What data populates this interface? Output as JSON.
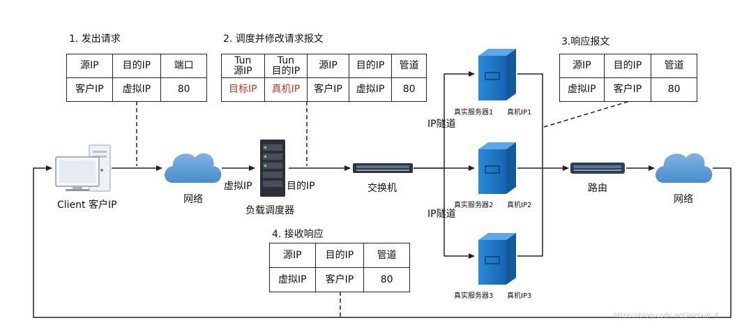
{
  "steps": {
    "s1": "1. 发出请求",
    "s2": "2. 调度并修改请求报文",
    "s3": "3.响应报文",
    "s4": "4. 接收响应"
  },
  "table1": {
    "headers": [
      "源IP",
      "目的IP",
      "端口"
    ],
    "row": [
      "客户IP",
      "虚拟IP",
      "80"
    ]
  },
  "table2": {
    "headers": [
      "Tun\n源IP",
      "Tun\n目的IP",
      "源IP",
      "目的IP",
      "管道"
    ],
    "row": [
      "目标IP",
      "真机IP",
      "客户IP",
      "虚拟IP",
      "80"
    ]
  },
  "table3": {
    "headers": [
      "源IP",
      "目的IP",
      "管道"
    ],
    "row": [
      "虚拟IP",
      "客户IP",
      "80"
    ]
  },
  "table4": {
    "headers": [
      "源IP",
      "目的IP",
      "管道"
    ],
    "row": [
      "虚拟IP",
      "客户IP",
      "80"
    ]
  },
  "nodes": {
    "client": "Client 客户IP",
    "network_left": "网络",
    "vip": "虚拟IP",
    "dip": "目的IP",
    "lb": "负载调度器",
    "switch": "交换机",
    "router": "路由",
    "network_right": "网络"
  },
  "servers": [
    {
      "name": "真实服务器1",
      "ip": "真机IP1"
    },
    {
      "name": "真实服务器2",
      "ip": "真机IP2"
    },
    {
      "name": "真实服务器3",
      "ip": "真机IP3"
    }
  ],
  "tunnels": [
    "IP隧道",
    "IP隧道"
  ],
  "watermark": "https://blog.csdn.net/weixin_4",
  "colors": {
    "red_text": "#c0392b",
    "cloud": "#5b9bd5",
    "server": "#1f78c8",
    "line": "#222222"
  }
}
